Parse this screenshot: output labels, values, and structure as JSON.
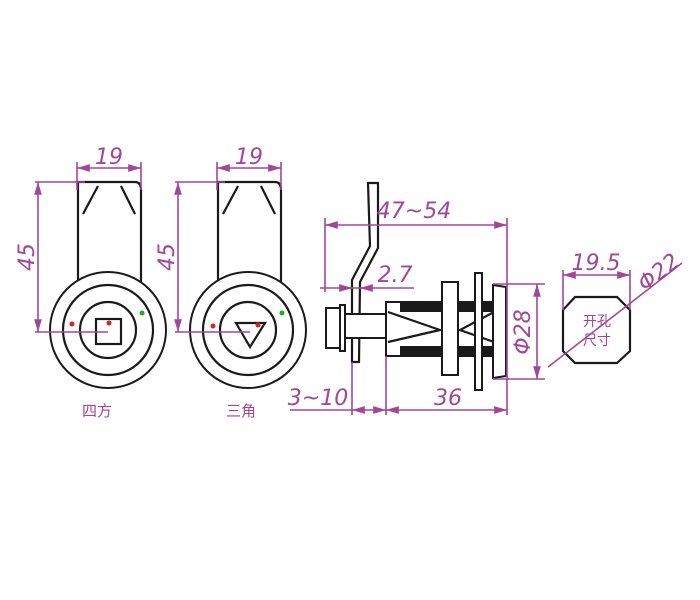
{
  "views": {
    "square_key": {
      "label": "四方",
      "width_dim": "19",
      "height_dim": "45"
    },
    "triangle_key": {
      "label": "三角",
      "width_dim": "19",
      "height_dim": "45"
    },
    "side": {
      "length_dim": "47~54",
      "cam_thickness_dim": "2.7",
      "panel_dim": "3~10",
      "body_dim": "36",
      "diameter_dim": "Φ28"
    },
    "cutout": {
      "width_dim": "19.5",
      "diameter_dim": "Φ22",
      "label_line1": "开孔",
      "label_line2": "尺寸"
    }
  },
  "colors": {
    "dimension": "#a0479a",
    "outline": "#1a1a1a"
  }
}
